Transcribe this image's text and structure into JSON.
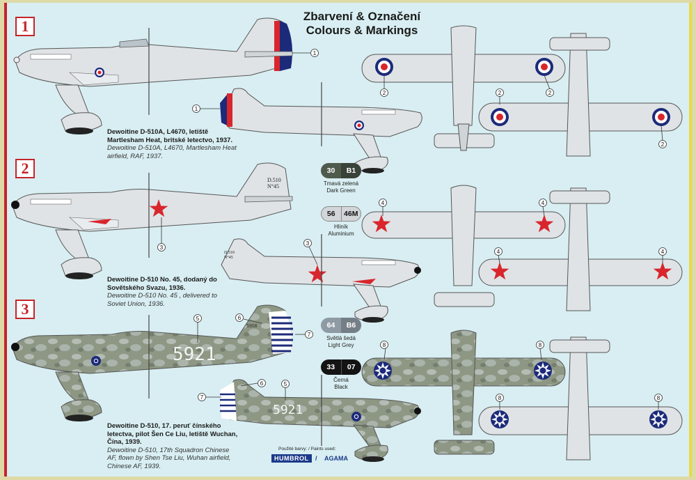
{
  "header": {
    "title_cz": "Zbarvení & Označení",
    "title_en": "Colours & Markings"
  },
  "schemes": [
    {
      "number": "1",
      "caption_cz": "Dewoitine D-510A, L4670, letiště Martlesham Heat, britské letectvo, 1937.",
      "caption_en": "Dewoitine D-510A, L4670, Martlesham Heat airfield, RAF, 1937."
    },
    {
      "number": "2",
      "caption_cz": "Dewoitine D-510 No. 45, dodaný do Sovětského Svazu, 1936.",
      "caption_en": "Dewoitine D-510 No. 45 , delivered to Soviet Union, 1936."
    },
    {
      "number": "3",
      "caption_cz": "Dewoitine D-510, 17. peruť čínského letectva, pilot Šen Ce Liu, letiště Wuchan, Čína, 1939.",
      "caption_en": "Dewoitine D-510, 17th Squadron Chinese AF, flown by Shen Tse Liu, Wuhan airfield, Chinese AF, 1939."
    }
  ],
  "aircraft_markings": {
    "serial_2": "D.510",
    "serial_2_sub": "N°45",
    "tail_code_3": "5908",
    "fuselage_code_3": "5921"
  },
  "callouts": [
    "1",
    "1",
    "2",
    "2",
    "2",
    "2",
    "3",
    "3",
    "4",
    "4",
    "4",
    "4",
    "5",
    "6",
    "7",
    "6",
    "5",
    "7",
    "8",
    "8",
    "8",
    "8"
  ],
  "paints": [
    {
      "a": "30",
      "b": "B1",
      "name_cz": "Tmavá zelená",
      "name_en": "Dark Green",
      "color": "#4e5a4c"
    },
    {
      "a": "56",
      "b": "46M",
      "name_cz": "Hliník",
      "name_en": "Aluminium",
      "color": "#d2d6d8"
    },
    {
      "a": "64",
      "b": "B6",
      "name_cz": "Světlá šedá",
      "name_en": "Light Grey",
      "color": "#8e9aa4"
    },
    {
      "a": "33",
      "b": "07",
      "name_cz": "Černá",
      "name_en": "Black",
      "color": "#141414"
    }
  ],
  "footer": {
    "paints_used": "Použité barvy: / Paints used:",
    "brand_1": "HUMBROL",
    "separator": "/",
    "brand_2": "AGAMA"
  },
  "colors": {
    "silver": "#dfe3e6",
    "camo_green": "#8d9784",
    "camo_grey": "#b4bcb4",
    "red": "#d8262c",
    "blue": "#1c2a7a",
    "accent_red": "#c4242a"
  }
}
